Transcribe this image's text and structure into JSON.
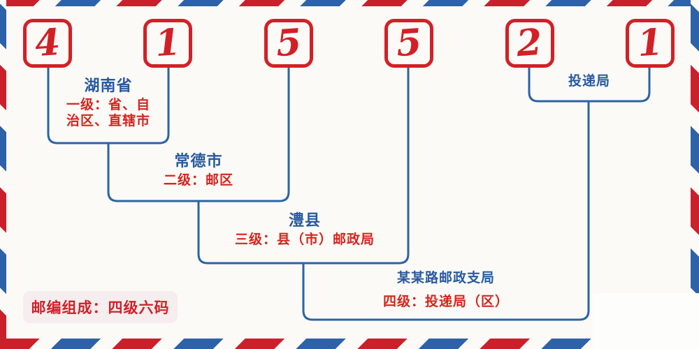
{
  "diagram": {
    "kind": "postal-code-structure",
    "postal_code": {
      "digits": [
        "4",
        "1",
        "5",
        "5",
        "2",
        "1"
      ]
    },
    "levels": [
      {
        "name": "湖南省",
        "desc_line1": "一级：省、自",
        "desc_line2": "治区、直辖市"
      },
      {
        "name": "常德市",
        "desc_line1": "二级：邮区"
      },
      {
        "name": "澧县",
        "desc_line1": "三级：县（市）邮政局"
      },
      {
        "name": "某某路邮政支局",
        "desc_line1": "四级：投递局（区）"
      },
      {
        "name": "投递局"
      }
    ],
    "footer_badge": "邮编组成：四级六码",
    "colors": {
      "background": "#fbfaf6",
      "stripe_red": "#c9202b",
      "stripe_blue": "#2e62a8",
      "digit_red": "#d32026",
      "label_blue": "#27599f",
      "desc_red": "#d5241f",
      "line_blue": "#2b63a7",
      "badge_background": "#f6edef"
    }
  }
}
